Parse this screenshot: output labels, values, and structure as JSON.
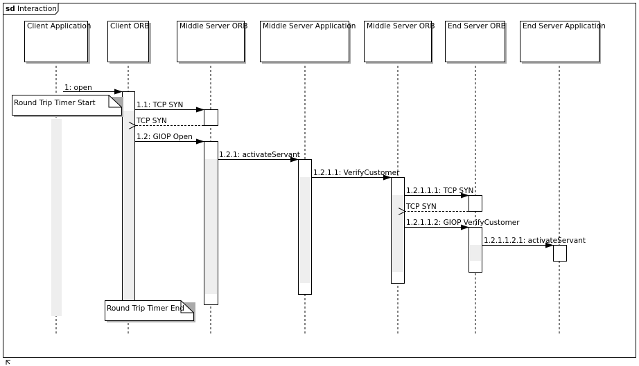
{
  "frame": {
    "keyword": "sd",
    "title": "Interaction"
  },
  "lifelines": [
    "Client Application",
    "Client ORB",
    "Middle Server ORB",
    "Middle Server Application",
    "Middle Server ORB",
    "End Server ORB",
    "End Server Application"
  ],
  "messages": [
    "1: open",
    "1.1: TCP SYN",
    "TCP SYN",
    "1.2: GIOP Open",
    "1.2.1: activateServant",
    "1.2.1.1: VerifyCustomer",
    "1.2.1.1.1: TCP SYN",
    "TCP SYN",
    "1.2.1.1.2: GIOP VerifyCustomer",
    "1.2.1.1.2.1: activateServant"
  ],
  "notes": [
    "Round Trip Timer Start",
    "Round Trip Timer End"
  ]
}
